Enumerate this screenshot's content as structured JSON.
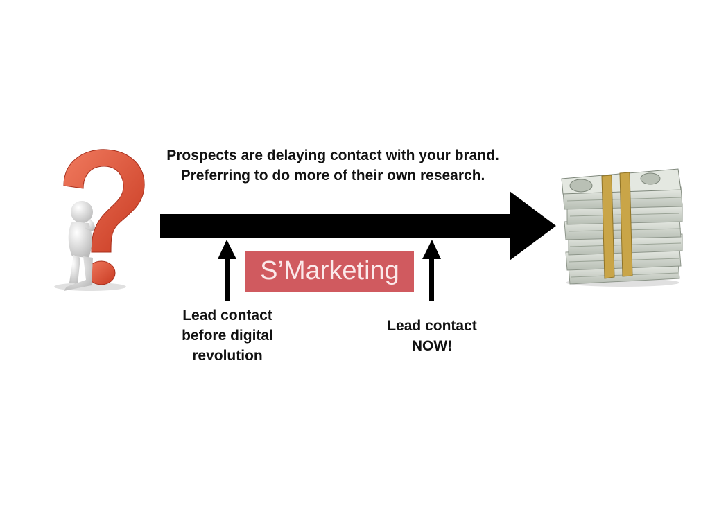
{
  "headline": {
    "line1": "Prospects are delaying contact with your brand.",
    "line2": "Preferring to do more of their own research."
  },
  "badge": {
    "text": "S’Marketing",
    "color": "#d05a5f",
    "text_color": "#fbe9ea"
  },
  "labels": {
    "before": [
      "Lead contact",
      "before digital",
      "revolution"
    ],
    "now": [
      "Lead contact",
      "NOW!"
    ]
  },
  "icons": {
    "left": "thinking-figure-question-mark-icon",
    "right": "money-stack-icon"
  },
  "colors": {
    "arrow": "#000000",
    "question_mark": "#e2563b"
  }
}
